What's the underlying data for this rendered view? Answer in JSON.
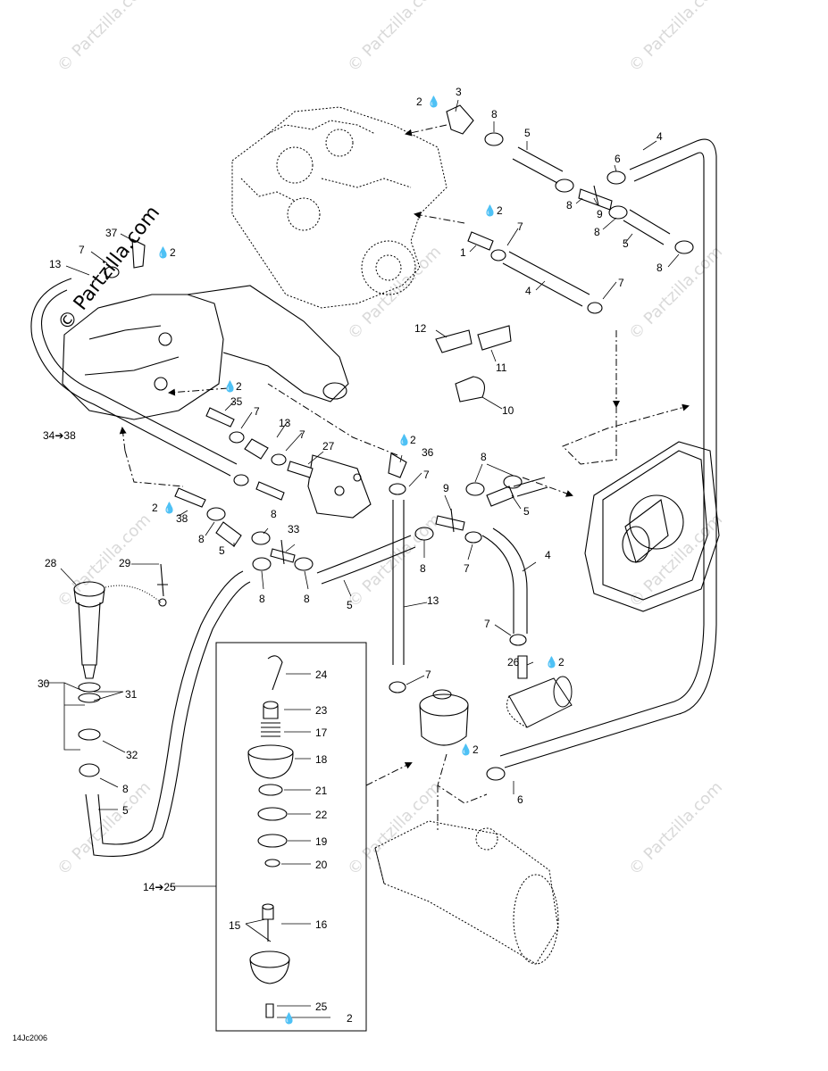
{
  "watermark": "© Partzilla.com",
  "diagram_code": "14Jc2006",
  "callouts": {
    "c2a": "2",
    "c3": "3",
    "c8a": "8",
    "c5a": "5",
    "c4a": "4",
    "c6a": "6",
    "c8b": "8",
    "c9a": "9",
    "c8c": "8",
    "c5b": "5",
    "c8d": "8",
    "c2b": "2",
    "c7a": "7",
    "c1": "1",
    "c4b": "4",
    "c7b": "7",
    "c37": "37",
    "c2c": "2",
    "c7c": "7",
    "c13a": "13",
    "c12": "12",
    "c11": "11",
    "c10": "10",
    "c2d": "2",
    "c35": "35",
    "c7d": "7",
    "c13b": "13",
    "c7e": "7",
    "c27": "27",
    "c34": "34➔38",
    "c2e": "2",
    "c36": "36",
    "c7f": "7",
    "c8e": "8",
    "c9b": "9",
    "c5c": "5",
    "c2f": "2",
    "c38": "38",
    "c8f": "8",
    "c5d": "5",
    "c8g": "8",
    "c33": "33",
    "c28": "28",
    "c29": "29",
    "c8h": "8",
    "c8i": "8",
    "c5e": "5",
    "c8j": "8",
    "c7g": "7",
    "c4c": "4",
    "c13c": "13",
    "c30": "30",
    "c31": "31",
    "c32": "32",
    "c8k": "8",
    "c5f": "5",
    "c7h": "7",
    "c26": "26",
    "c2g": "2",
    "c7i": "7",
    "c2h": "2",
    "c6b": "6",
    "c24": "24",
    "c23": "23",
    "c17": "17",
    "c18": "18",
    "c21": "21",
    "c22": "22",
    "c19": "19",
    "c20": "20",
    "c14": "14➔25",
    "c15": "15",
    "c16": "16",
    "c25": "25",
    "c2i": "2"
  }
}
